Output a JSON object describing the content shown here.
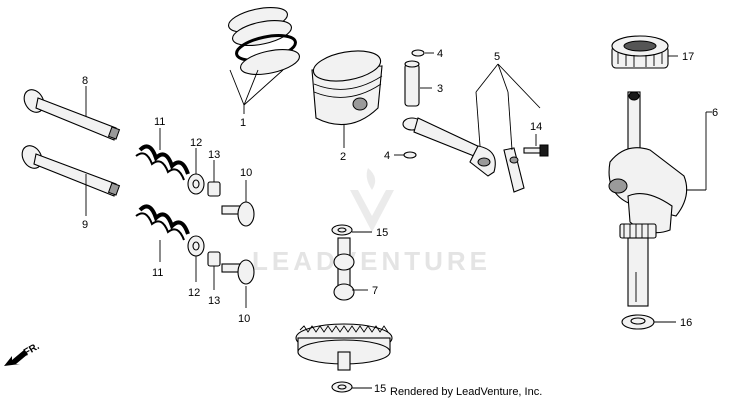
{
  "labels": {
    "p1": "1",
    "p2": "2",
    "p3": "3",
    "p4a": "4",
    "p4b": "4",
    "p5": "5",
    "p6": "6",
    "p7": "7",
    "p8": "8",
    "p9": "9",
    "p10a": "10",
    "p10b": "10",
    "p11a": "11",
    "p11b": "11",
    "p12a": "12",
    "p12b": "12",
    "p13a": "13",
    "p13b": "13",
    "p14": "14",
    "p15a": "15",
    "p15b": "15",
    "p16": "16",
    "p17": "17"
  },
  "direction": "FR.",
  "watermark": "LEADVENTURE",
  "credit": "Rendered by LeadVenture, Inc."
}
